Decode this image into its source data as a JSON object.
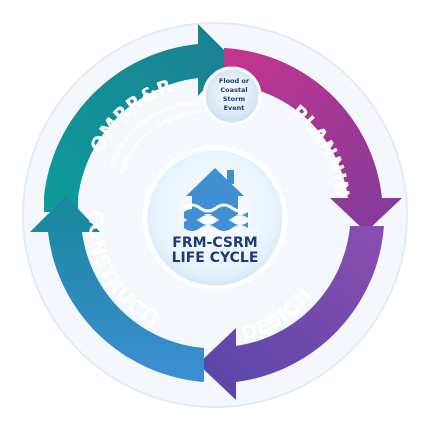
{
  "diagram": {
    "segments": [
      {
        "id": "omrr",
        "label": "OMRR&R",
        "sublines": [
          "Operation, Maintenance, Repair,",
          "Replacement & Rehabilitation"
        ],
        "color_start": "#0f9e99",
        "color_end": "#1a7f93"
      },
      {
        "id": "planning",
        "label": "PLANNING",
        "color_start": "#c2378f",
        "color_end": "#8e3a9a"
      },
      {
        "id": "design",
        "label": "DESIGN",
        "color_start": "#8c4fb0",
        "color_end": "#5b45a8"
      },
      {
        "id": "construction",
        "label": "CONSTRUCTION",
        "color_start": "#3a8fd0",
        "color_end": "#16879b"
      }
    ],
    "center": {
      "title_line1": "FRM-CSRM",
      "title_line2": "LIFE CYCLE",
      "icon": "flooded-house-icon",
      "house_color": "#3f8fd2",
      "water_color": "#3f8fd2"
    },
    "event_badge": {
      "lines": [
        "Flood or",
        "Coastal",
        "Storm",
        "Event"
      ]
    },
    "ring_color": "#ffffff"
  }
}
